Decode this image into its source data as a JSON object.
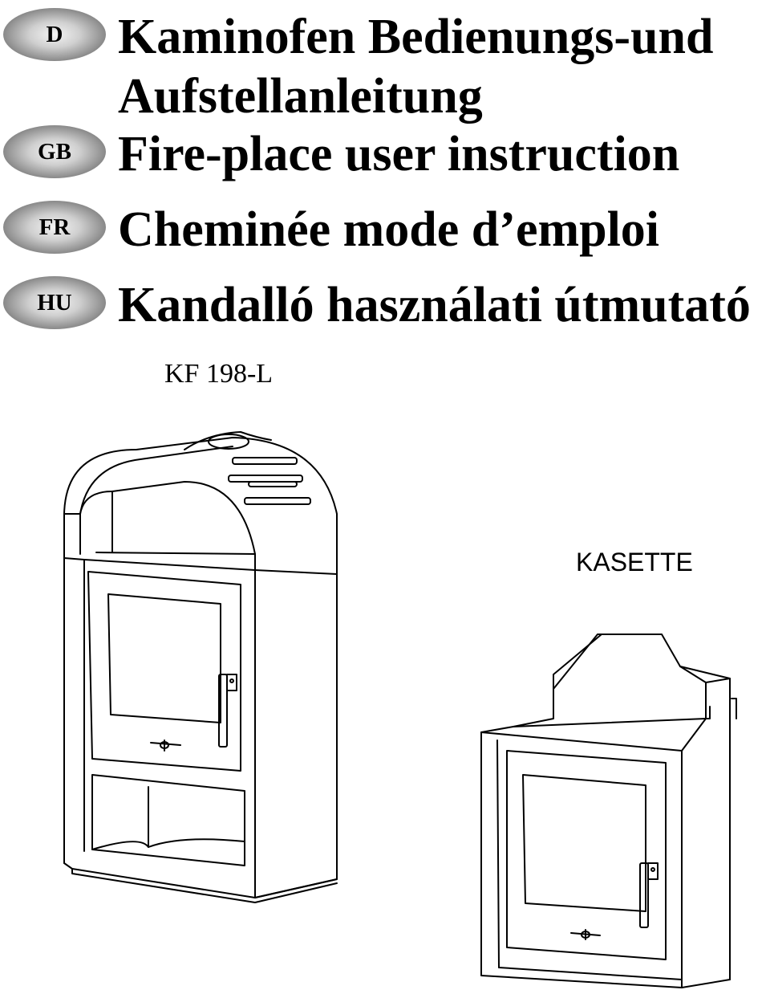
{
  "language_badges": [
    {
      "code": "D"
    },
    {
      "code": "GB"
    },
    {
      "code": "FR"
    },
    {
      "code": "HU"
    }
  ],
  "titles": {
    "de_line1": "Kaminofen Bedienungs-und",
    "de_line2": "Aufstellanleitung",
    "en": "Fire-place user instruction",
    "fr": "Cheminée mode d’emploi",
    "hu": "Kandalló használati útmutató"
  },
  "model": "KF 198-L",
  "kasette_label": "KASETTE"
}
